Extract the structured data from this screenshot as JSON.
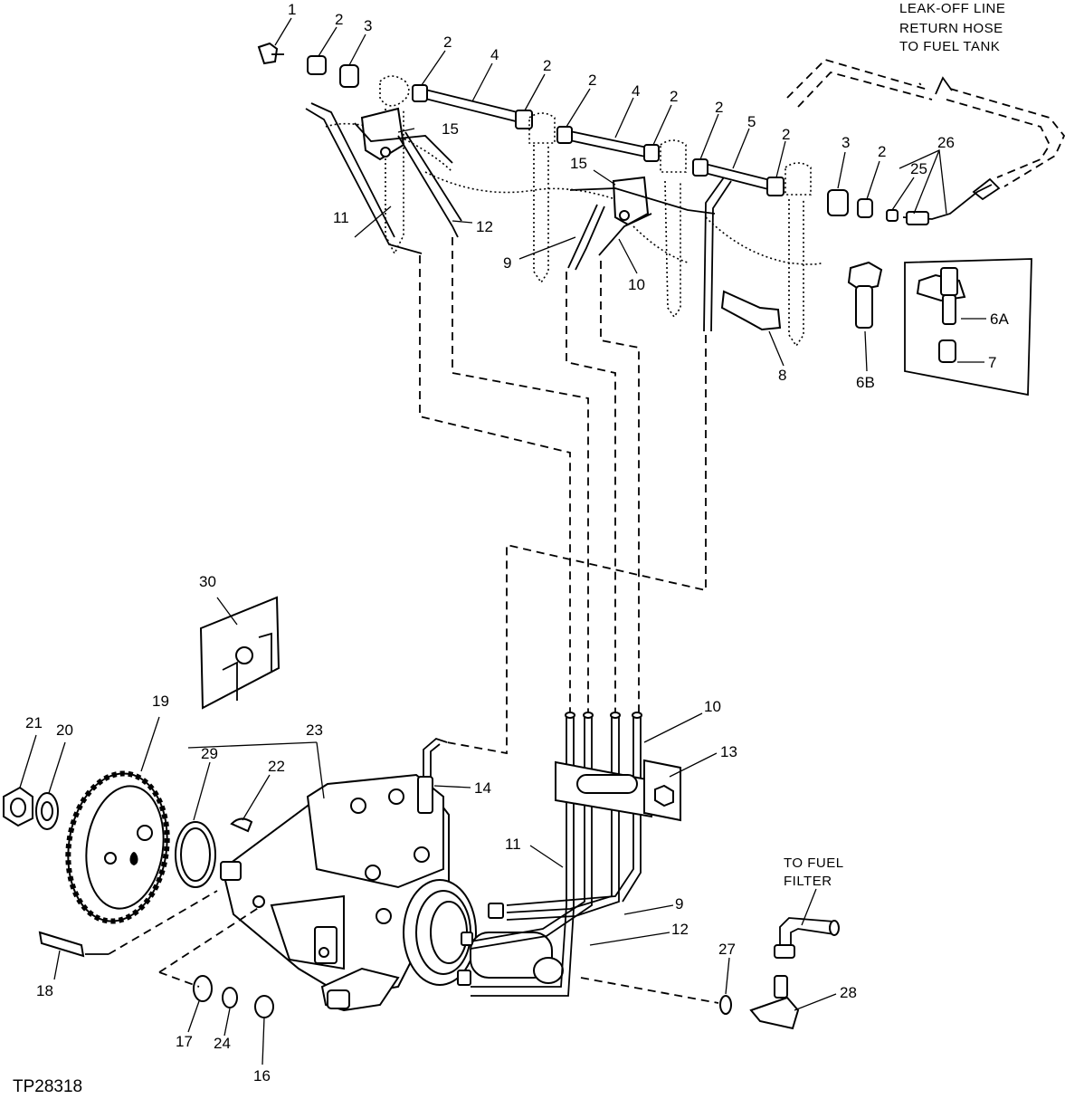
{
  "figure_id": "TP28318",
  "notes": {
    "leak_off_line": [
      "LEAK-OFF LINE",
      "RETURN HOSE",
      "TO FUEL TANK"
    ],
    "to_fuel_filter": [
      "TO FUEL",
      "FILTER"
    ]
  },
  "callouts": {
    "c1": "1",
    "c2a": "2",
    "c3a": "3",
    "c2b": "2",
    "c4a": "4",
    "c2c": "2",
    "c2d": "2",
    "c4b": "4",
    "c2e": "2",
    "c2f": "2",
    "c5": "5",
    "c2g": "2",
    "c3b": "3",
    "c2h": "2",
    "c26": "26",
    "c25": "25",
    "c15a": "15",
    "c15b": "15",
    "c11a": "11",
    "c12a": "12",
    "c9a": "9",
    "c10a": "10",
    "c8": "8",
    "c6b": "6B",
    "c6a": "6A",
    "c7": "7",
    "c30": "30",
    "c19": "19",
    "c21": "21",
    "c20": "20",
    "c29": "29",
    "c23": "23",
    "c22": "22",
    "c14": "14",
    "c10b": "10",
    "c13": "13",
    "c11b": "11",
    "c9b": "9",
    "c12b": "12",
    "c27": "27",
    "c28": "28",
    "c18": "18",
    "c17": "17",
    "c24": "24",
    "c16": "16"
  },
  "colors": {
    "ink": "#000000",
    "paper": "#ffffff"
  }
}
